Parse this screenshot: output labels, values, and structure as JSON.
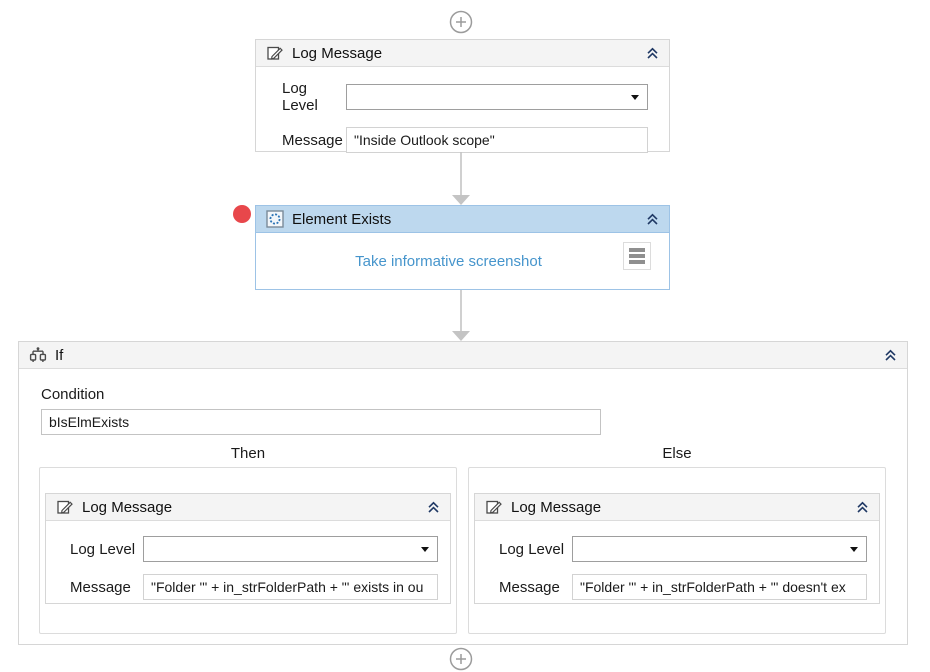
{
  "add_buttons": {
    "top_tooltip": "add-activity",
    "bottom_tooltip": "add-activity"
  },
  "log_message_1": {
    "title": "Log Message",
    "log_level_label": "Log Level",
    "log_level_value": "",
    "message_label": "Message",
    "message_value": "\"Inside Outlook scope\""
  },
  "element_exists": {
    "title": "Element Exists",
    "screenshot_link": "Take informative screenshot"
  },
  "if_activity": {
    "title": "If",
    "condition_label": "Condition",
    "condition_value": "bIsElmExists",
    "then_label": "Then",
    "else_label": "Else"
  },
  "log_message_then": {
    "title": "Log Message",
    "log_level_label": "Log Level",
    "log_level_value": "",
    "message_label": "Message",
    "message_value": "\"Folder '\" + in_strFolderPath + \"' exists in ou"
  },
  "log_message_else": {
    "title": "Log Message",
    "log_level_label": "Log Level",
    "log_level_value": "",
    "message_label": "Message",
    "message_value": "\"Folder '\" + in_strFolderPath + \"' doesn't ex"
  },
  "colors": {
    "selected_header_blue": "#bdd8ee",
    "selected_border_blue": "#9dc3e6",
    "link_blue": "#4695cc",
    "breakpoint_red": "#e8474b",
    "header_gray": "#f4f4f4",
    "chevron_navy": "#1f3864",
    "connector_gray": "#c4c4c4"
  }
}
